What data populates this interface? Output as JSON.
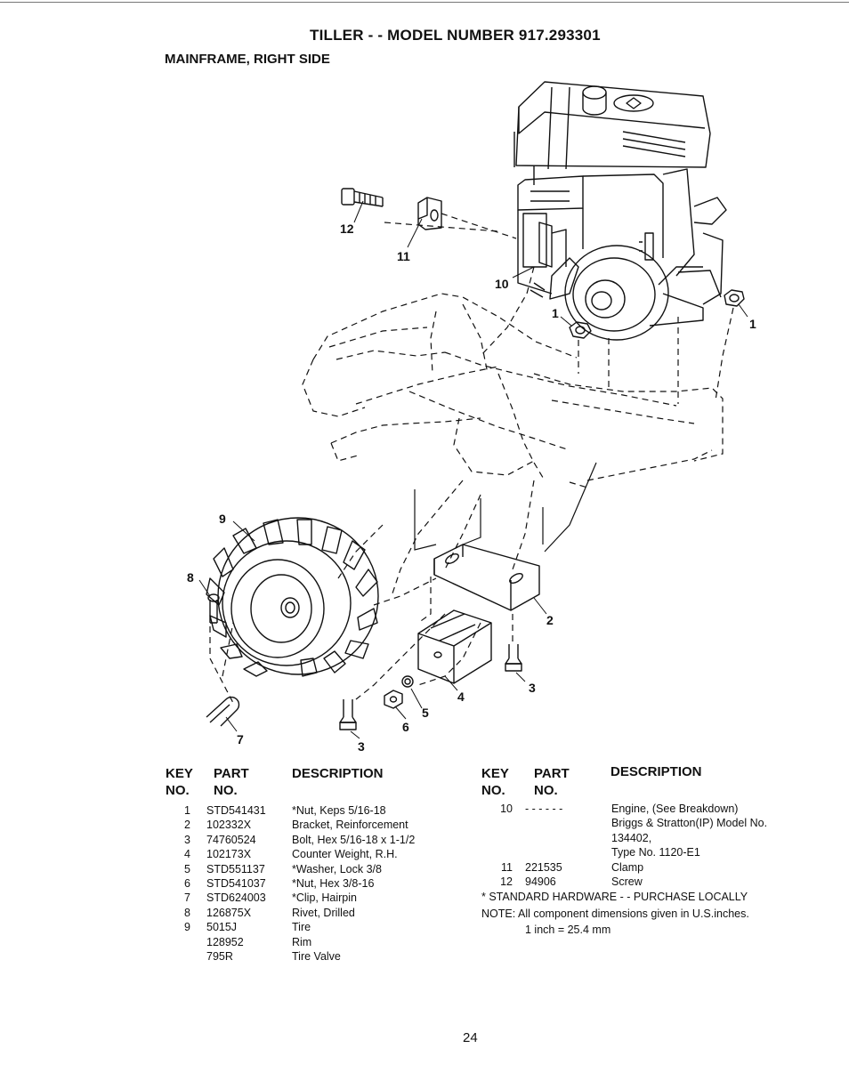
{
  "page": {
    "title": "TILLER - - MODEL NUMBER 917.293301",
    "subtitle": "MAINFRAME, RIGHT SIDE",
    "page_number": "24"
  },
  "callouts": [
    "12",
    "11",
    "10",
    "1",
    "1",
    "9",
    "8",
    "2",
    "3",
    "4",
    "5",
    "6",
    "3",
    "7"
  ],
  "table_headers": {
    "key": "KEY",
    "key_no": "NO.",
    "part": "PART",
    "part_no": "NO.",
    "description": "DESCRIPTION"
  },
  "parts_left": [
    {
      "key": "1",
      "part": "STD541431",
      "description": "*Nut, Keps 5/16-18"
    },
    {
      "key": "2",
      "part": "102332X",
      "description": "Bracket, Reinforcement"
    },
    {
      "key": "3",
      "part": "74760524",
      "description": "Bolt, Hex 5/16-18 x 1-1/2"
    },
    {
      "key": "4",
      "part": "102173X",
      "description": "Counter Weight, R.H."
    },
    {
      "key": "5",
      "part": "STD551137",
      "description": "*Washer, Lock 3/8"
    },
    {
      "key": "6",
      "part": "STD541037",
      "description": "*Nut, Hex 3/8-16"
    },
    {
      "key": "7",
      "part": "STD624003",
      "description": "*Clip, Hairpin"
    },
    {
      "key": "8",
      "part": "126875X",
      "description": "Rivet, Drilled"
    },
    {
      "key": "9",
      "part": "5015J",
      "description": "Tire"
    },
    {
      "key": "",
      "part": "128952",
      "description": "Rim"
    },
    {
      "key": "",
      "part": "795R",
      "description": "Tire Valve"
    }
  ],
  "parts_right": [
    {
      "key": "10",
      "part": "- - - - - -",
      "description": "Engine, (See Breakdown)"
    },
    {
      "key": "",
      "part": "",
      "description": "Briggs & Stratton(IP) Model No."
    },
    {
      "key": "",
      "part": "",
      "description": "134402,"
    },
    {
      "key": "",
      "part": "",
      "description": "Type No. 1120-E1"
    },
    {
      "key": "11",
      "part": "221535",
      "description": "Clamp"
    },
    {
      "key": "12",
      "part": "94906",
      "description": "Screw"
    }
  ],
  "notes": {
    "standard_hardware": "* STANDARD HARDWARE - - PURCHASE LOCALLY",
    "dimensions": "NOTE:  All component dimensions given in U.S.inches.",
    "conversion": "1 inch = 25.4 mm"
  }
}
